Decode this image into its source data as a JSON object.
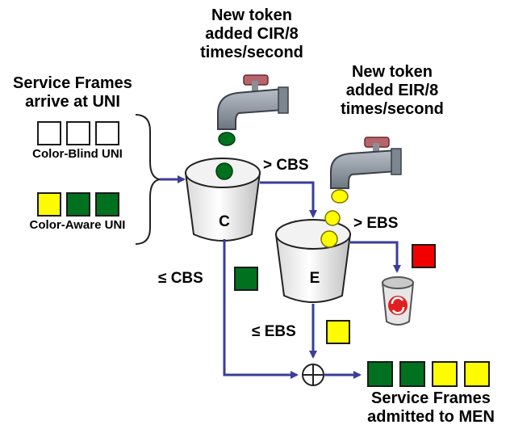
{
  "labels": {
    "cir_token": [
      "New token",
      "added CIR/8",
      "times/second"
    ],
    "eir_token": [
      "New token",
      "added EIR/8",
      "times/second"
    ],
    "arrive": [
      "Service Frames",
      "arrive at UNI"
    ],
    "color_blind": "Color-Blind UNI",
    "color_aware": "Color-Aware UNI",
    "gt_cbs": "> CBS",
    "gt_ebs": "> EBS",
    "le_cbs": "≤ CBS",
    "le_ebs": "≤ EBS",
    "bucket_c": "C",
    "bucket_e": "E",
    "admitted": [
      "Service Frames",
      "admitted to MEN"
    ]
  },
  "colors": {
    "green": "#00711e",
    "yellow": "#fffb00",
    "red": "#f20000",
    "white": "#ffffff",
    "flow": "#3a3d99"
  },
  "frames": {
    "color_blind": [
      "white",
      "white",
      "white"
    ],
    "color_aware": [
      "yellow",
      "green",
      "green"
    ],
    "discarded": [
      "red"
    ],
    "le_cbs": [
      "green"
    ],
    "le_ebs": [
      "yellow"
    ],
    "admitted": [
      "green",
      "green",
      "yellow",
      "yellow"
    ]
  },
  "icons": {
    "faucet_cir": "faucet-icon",
    "faucet_eir": "faucet-icon",
    "bucket_c": "bucket-icon",
    "bucket_e": "bucket-icon",
    "trash": "recycle-bin-icon",
    "combiner": "circle-plus-icon"
  }
}
